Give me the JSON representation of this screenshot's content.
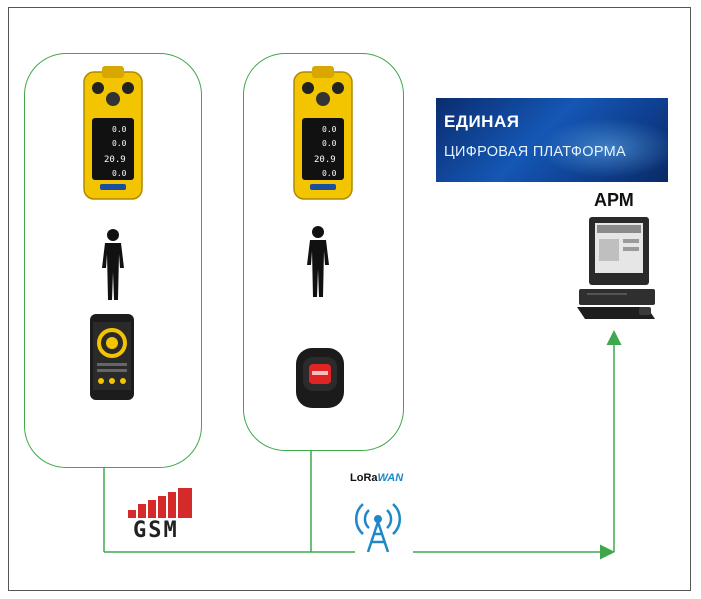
{
  "platform": {
    "line1": "ЕДИНАЯ",
    "line2": "ЦИФРОВАЯ ПЛАТФОРМА"
  },
  "workstation": {
    "label": "АРМ"
  },
  "gsm": {
    "label": "GSM"
  },
  "lorawan": {
    "label_a": "LoRa",
    "label_b": "WAN"
  },
  "colors": {
    "connector": "#3ea84a",
    "device_yellow": "#f2c500",
    "banner_blue": "#1457b5"
  }
}
